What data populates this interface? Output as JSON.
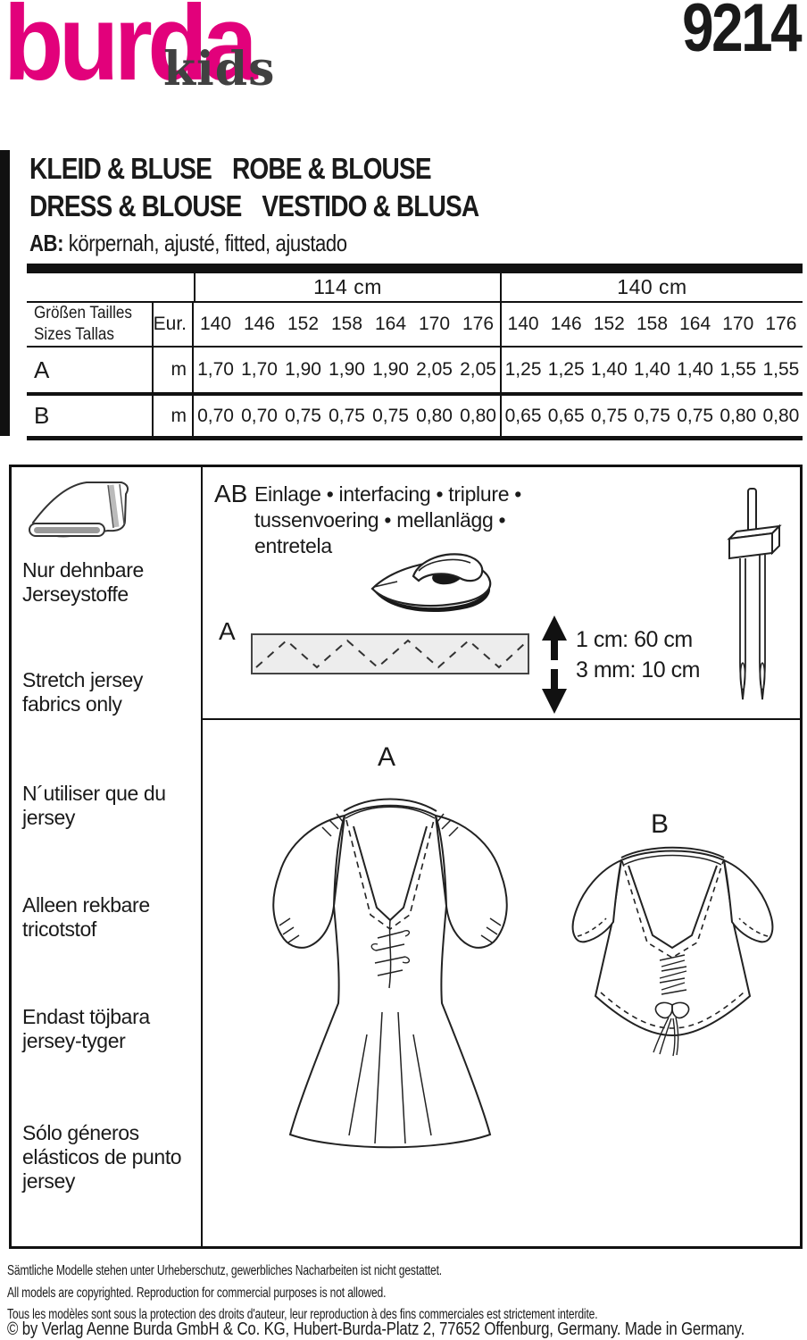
{
  "colors": {
    "brand_magenta": "#e2017b",
    "ink": "#1a1a1a",
    "logo_gray": "#414141",
    "strip_fill": "#ededed"
  },
  "header": {
    "brand": "burda",
    "sub_brand": "kids",
    "pattern_number": "9214"
  },
  "title": {
    "line1_a": "KLEID & BLUSE",
    "line1_b": "ROBE & BLOUSE",
    "line2_a": "DRESS & BLOUSE",
    "line2_b": "VESTIDO & BLUSA",
    "fit_label": "AB:",
    "fit_text": " körpernah, ajusté, fitted, ajustado"
  },
  "fabric_table": {
    "type": "table",
    "width_groups": [
      "114 cm",
      "140 cm"
    ],
    "size_label_line1": "Größen  Tailles",
    "size_label_line2": "Sizes  Tallas",
    "eur_label": "Eur.",
    "sizes": [
      "140",
      "146",
      "152",
      "158",
      "164",
      "170",
      "176"
    ],
    "rows": [
      {
        "view": "A",
        "unit": "m",
        "v114": [
          "1,70",
          "1,70",
          "1,90",
          "1,90",
          "1,90",
          "2,05",
          "2,05"
        ],
        "v140": [
          "1,25",
          "1,25",
          "1,40",
          "1,40",
          "1,40",
          "1,55",
          "1,55"
        ]
      },
      {
        "view": "B",
        "unit": "m",
        "v114": [
          "0,70",
          "0,70",
          "0,75",
          "0,75",
          "0,75",
          "0,80",
          "0,80"
        ],
        "v140": [
          "0,65",
          "0,65",
          "0,75",
          "0,75",
          "0,75",
          "0,80",
          "0,80"
        ]
      }
    ]
  },
  "fabric_notes": [
    "Nur dehnbare Jerseystoffe",
    "Stretch jersey fabrics only",
    "N´utiliser que du jersey",
    "Alleen rekbare tricotstof",
    "Endast töjbara jersey-tyger",
    "Sólo géneros elásticos de punto jersey"
  ],
  "interfacing": {
    "label": "AB",
    "lines": [
      "Einlage • interfacing • triplure •",
      "tussenvoering • mellanlägg •",
      "entretela"
    ],
    "strip_label": "A",
    "stretch_line1": "1 cm: 60 cm",
    "stretch_line2": "3 mm: 10 cm"
  },
  "views": {
    "a_label": "A",
    "b_label": "B"
  },
  "icons": {
    "fabric_bolt": "fabric-bolt-icon",
    "iron": "iron-icon",
    "twin_needle": "twin-needle-icon",
    "stretch_arrows": "up-down-arrows-icon",
    "interfacing_strip": "interfacing-strip-graphic",
    "dress_a": "dress-a-line-drawing",
    "blouse_b": "blouse-b-line-drawing"
  },
  "footer": {
    "line_de": "Sämtliche Modelle stehen unter Urheberschutz, gewerbliches Nacharbeiten ist nicht gestattet.",
    "line_en": "All models are copyrighted. Reproduction for commercial purposes is not allowed.",
    "line_fr": "Tous les modèles sont sous la protection des droits d'auteur, leur reproduction à des fins commerciales est strictement interdite.",
    "line_copyright": "© by Verlag Aenne Burda GmbH & Co. KG, Hubert-Burda-Platz 2, 77652 Offenburg, Germany. Made in Germany."
  }
}
